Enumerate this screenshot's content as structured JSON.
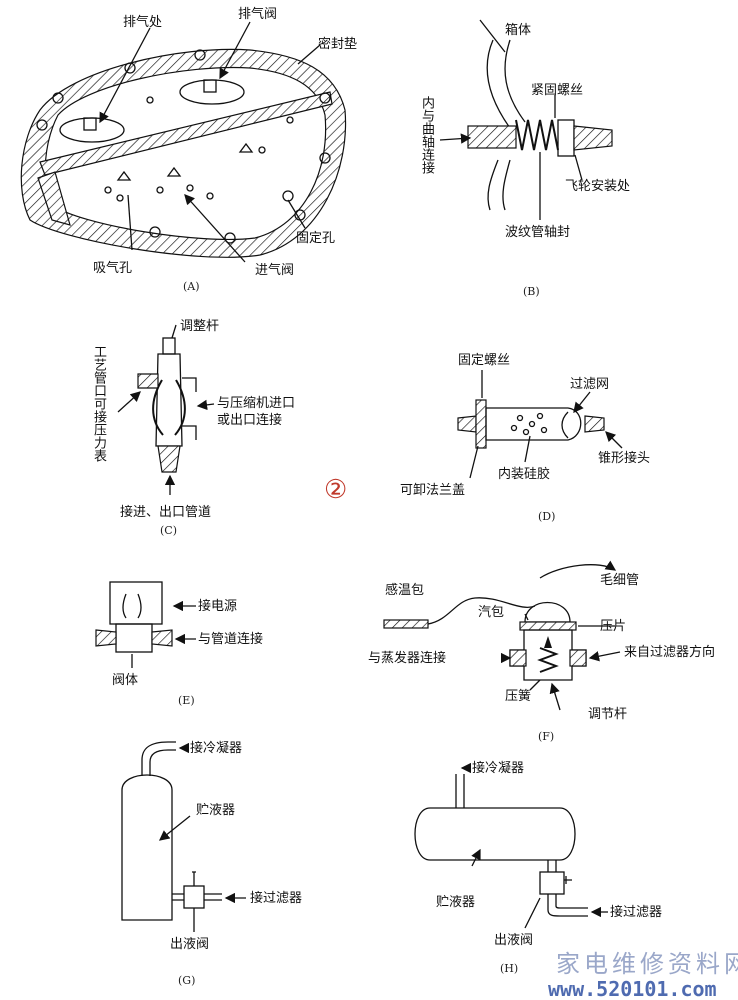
{
  "panels": {
    "A": {
      "caption": "(A)",
      "labels": {
        "exhaust_point": "排气处",
        "exhaust_valve": "排气阀",
        "gasket": "密封垫",
        "fixing_hole": "固定孔",
        "suction_hole": "吸气孔",
        "intake_valve": "进气阀"
      }
    },
    "B": {
      "caption": "(B)",
      "labels": {
        "housing": "箱体",
        "fastening_screw": "紧固螺丝",
        "crankshaft_connect": "内与曲轴连接",
        "flywheel_mount": "飞轮安装处",
        "bellows_seal": "波纹管轴封"
      }
    },
    "C": {
      "caption": "(C)",
      "labels": {
        "adjust_rod": "调整杆",
        "process_port": "工艺管口可接压力表",
        "compressor_connect_1": "与压缩机进口",
        "compressor_connect_2": "或出口连接",
        "pipe_connect": "接进、出口管道"
      }
    },
    "D": {
      "caption": "(D)",
      "labels": {
        "fixing_screw": "固定螺丝",
        "filter_mesh": "过滤网",
        "cone_joint": "锥形接头",
        "silica_gel": "内装硅胶",
        "flange_cover": "可卸法兰盖"
      }
    },
    "center_mark": "②",
    "E": {
      "caption": "(E)",
      "labels": {
        "power": "接电源",
        "pipe_connect": "与管道连接",
        "valve_body": "阀体"
      }
    },
    "F": {
      "caption": "(F)",
      "labels": {
        "capillary": "毛细管",
        "sensor_bulb": "感温包",
        "bellows": "汽包",
        "pressure_plate": "压片",
        "evaporator_connect": "与蒸发器连接",
        "from_filter": "来自过滤器方向",
        "spring": "压簧",
        "adjust_rod": "调节杆"
      }
    },
    "G": {
      "caption": "(G)",
      "labels": {
        "to_condenser": "接冷凝器",
        "receiver": "贮液器",
        "to_filter": "接过滤器",
        "outlet_valve": "出液阀"
      }
    },
    "H": {
      "caption": "(H)",
      "labels": {
        "to_condenser": "接冷凝器",
        "receiver": "贮液器",
        "to_filter": "接过滤器",
        "outlet_valve": "出液阀"
      }
    }
  },
  "watermark": {
    "text": "家电维修资料网",
    "url": "www.520101.com"
  }
}
